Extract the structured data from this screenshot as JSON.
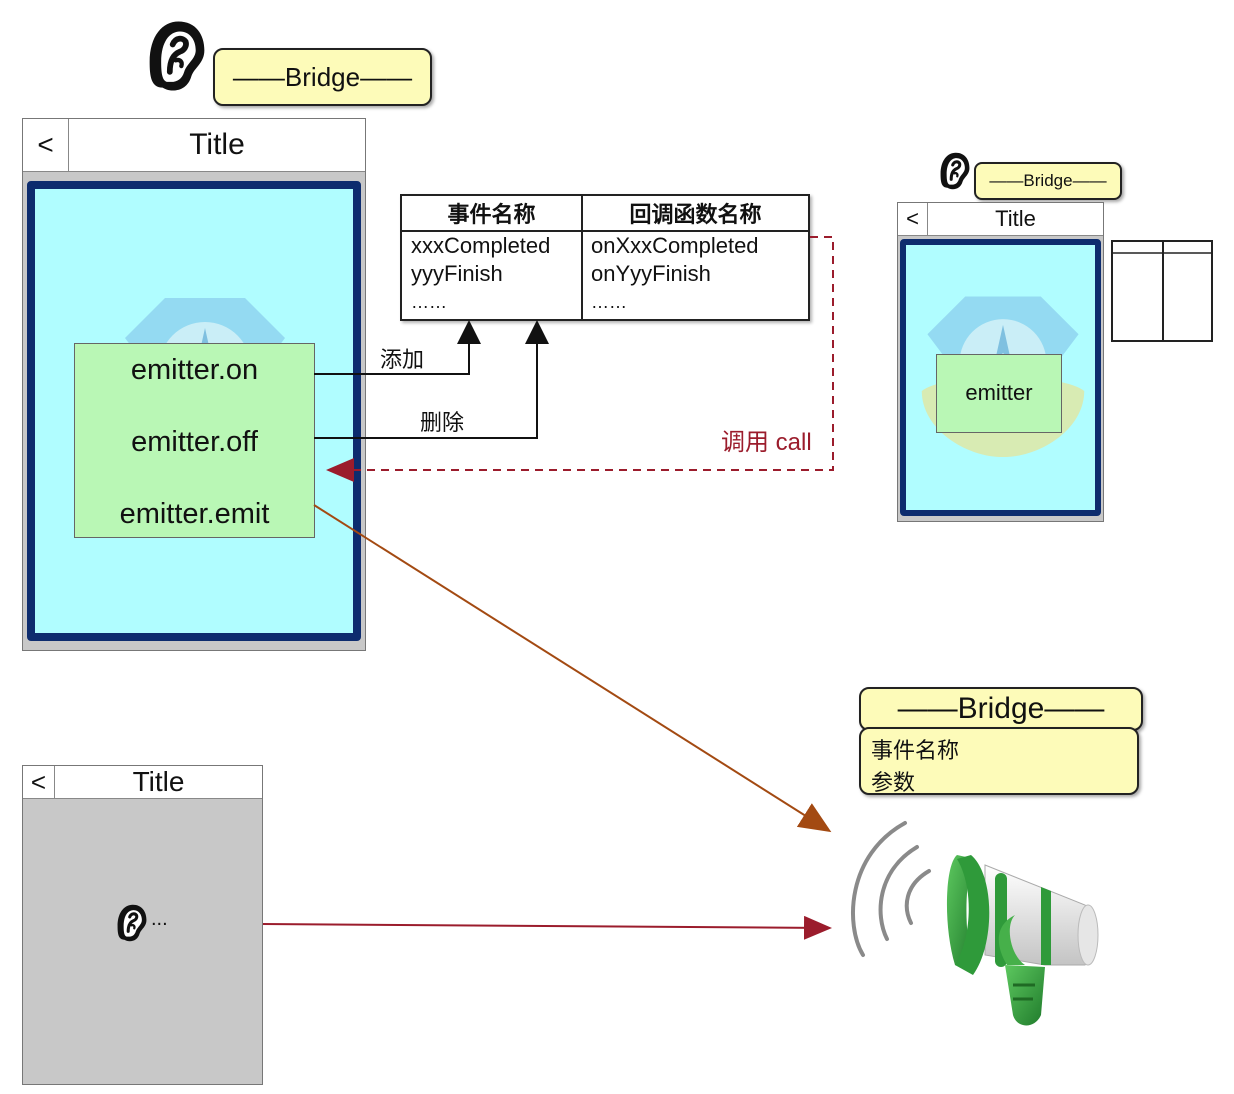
{
  "bridge": {
    "main_label": "——Bridge——",
    "small_label": "——Bridge——",
    "bottom_label": "——Bridge——"
  },
  "main_page": {
    "back": "<",
    "title": "Title",
    "emitter_on": "emitter.on",
    "emitter_off": "emitter.off",
    "emitter_emit": "emitter.emit"
  },
  "event_table": {
    "headers": [
      "事件名称",
      "回调函数名称"
    ],
    "event_names": [
      "xxxCompleted",
      "yyyFinish",
      "……"
    ],
    "callback_names": [
      "onXxxCompleted",
      "onYyyFinish",
      "……"
    ]
  },
  "arrows": {
    "add_label": "添加",
    "remove_label": "删除",
    "call_label": "调用 call"
  },
  "right_page": {
    "back": "<",
    "title": "Title",
    "emitter": "emitter"
  },
  "left_bottom_page": {
    "back": "<",
    "title": "Title",
    "listener_ellipsis": "..."
  },
  "bottom_bridge": {
    "line1": "事件名称",
    "line2": "参数"
  },
  "colors": {
    "bridge_fill": "#fdfbb9",
    "screen_fill": "#b0fdff",
    "screen_border": "#0d2c6e",
    "emitter_fill": "#b9f7b5",
    "call_color": "#9b1c2c",
    "emit_arrow": "#a34a12",
    "megaphone_green": "#2f9a3a"
  },
  "icons": [
    "ear-icon",
    "megaphone-icon",
    "compass-badge-icon"
  ]
}
